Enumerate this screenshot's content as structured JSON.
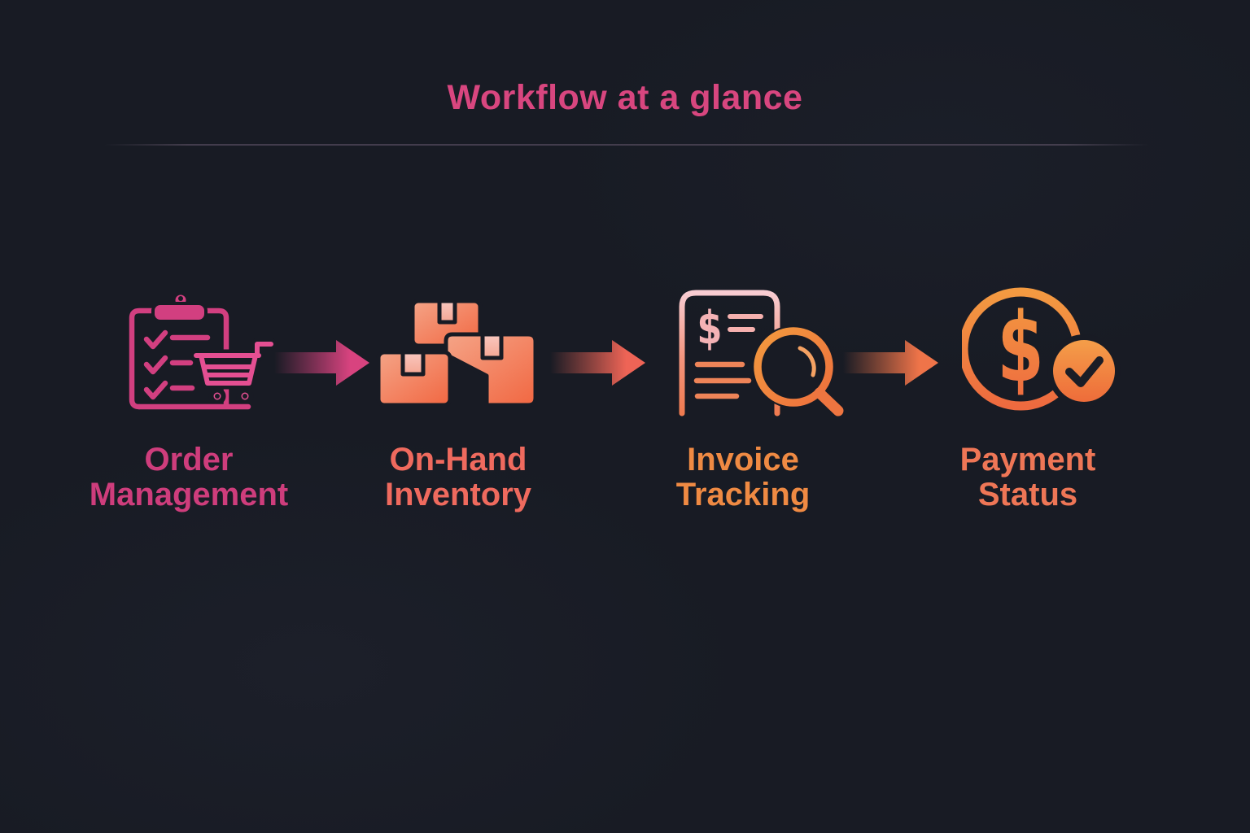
{
  "title": "Workflow at a glance",
  "steps": [
    {
      "id": "order-management",
      "label": "Order Management",
      "label_lines": [
        "Order",
        "Management"
      ],
      "icon": "clipboard-checklist-cart-icon",
      "accent": "#ce3d7c"
    },
    {
      "id": "on-hand-inventory",
      "label": "On-Hand Inventory",
      "label_lines": [
        "On-Hand",
        "Inventory"
      ],
      "icon": "stacked-boxes-icon",
      "accent": "#ef6a5e"
    },
    {
      "id": "invoice-tracking",
      "label": "Invoice Tracking",
      "label_lines": [
        "Invoice",
        "Tracking"
      ],
      "icon": "invoice-magnifier-icon",
      "accent": "#ef8a43"
    },
    {
      "id": "payment-status",
      "label": "Payment Status",
      "label_lines": [
        "Payment",
        "Status"
      ],
      "icon": "dollar-coin-check-icon",
      "accent": "#ee7656"
    }
  ],
  "arrows": [
    {
      "direction": "right",
      "color": "#d8437f"
    },
    {
      "direction": "right",
      "color": "#ee6456"
    },
    {
      "direction": "right",
      "color": "#ef7449"
    }
  ],
  "colors": {
    "background": "#181b24",
    "title": "#d8467f",
    "divider": "#877390",
    "clipboard_pink": "#d23f80",
    "cart_pink": "#e44f92",
    "box_gradient": [
      "#f4a487",
      "#f26a45"
    ],
    "tape_light": "#f9c8c0",
    "inventory_underline": [
      "#bb2d92",
      "#ee5674"
    ],
    "invoice_gradient": [
      "#f8ccd2",
      "#ef7b50"
    ],
    "magnifier_orange": "#f08438",
    "coin_gradient": [
      "#f39a41",
      "#ee6a3f"
    ]
  }
}
